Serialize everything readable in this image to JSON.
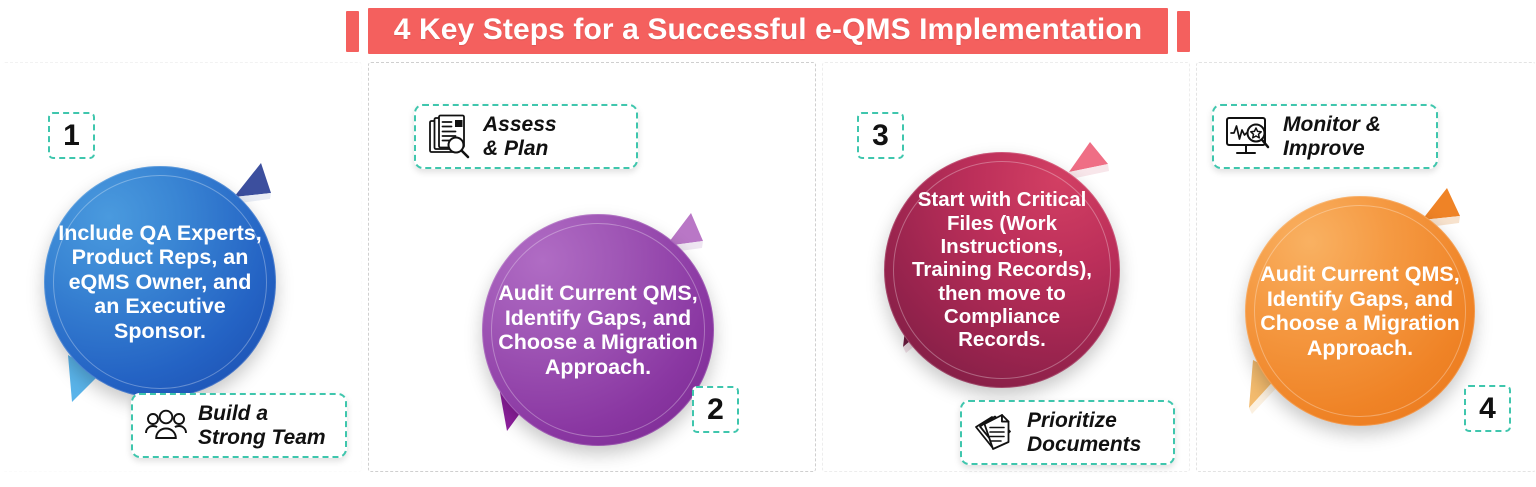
{
  "header": {
    "title": "4 Key Steps for a Successful e-QMS Implementation",
    "bar_color": "#f4605e",
    "text_color": "#ffffff"
  },
  "steps": [
    {
      "number": "1",
      "body": "Include QA Experts, Product Reps, an eQMS Owner, and an Executive Sponsor.",
      "label": "Build a\nStrong Team",
      "icon": "people-group-icon",
      "circle_color": "#2463c4",
      "arrow_top_color": "#3c4f9e",
      "arrow_bottom_color": "#5ab4ea"
    },
    {
      "number": "2",
      "body": "Audit Current QMS, Identify Gaps, and Choose a Migration Approach.",
      "label": "Assess\n& Plan",
      "icon": "document-search-icon",
      "circle_color": "#8a37a2",
      "arrow_top_color": "#b977c6",
      "arrow_bottom_color": "#8e1f9e"
    },
    {
      "number": "3",
      "body": "Start with Critical Files (Work Instructions, Training Records), then move to Compliance Records.",
      "label": "Prioritize\nDocuments",
      "icon": "stacked-documents-icon",
      "circle_color": "#97234d",
      "arrow_top_color": "#ef6e85",
      "arrow_bottom_color": "#6e1b40"
    },
    {
      "number": "4",
      "body": "Audit Current QMS, Identify Gaps, and Choose a Migration Approach.",
      "label": "Monitor &\nImprove",
      "icon": "monitor-analytics-icon",
      "circle_color": "#ef8326",
      "arrow_top_color": "#ef8326",
      "arrow_bottom_color": "#f3bb6e"
    }
  ]
}
